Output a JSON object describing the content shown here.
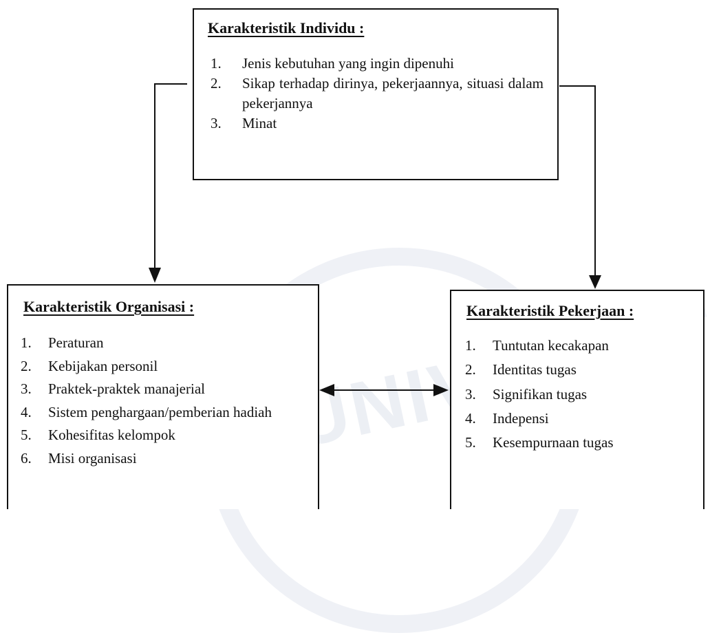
{
  "individu": {
    "title": "Karakteristik Individu :",
    "items": [
      {
        "num": "1.",
        "text": "Jenis kebutuhan yang ingin dipenuhi"
      },
      {
        "num": "2.",
        "text": "Sikap terhadap dirinya, pekerjaannya, situasi dalam pekerjannya"
      },
      {
        "num": "3.",
        "text": "Minat"
      }
    ]
  },
  "organisasi": {
    "title": "Karakteristik Organisasi :",
    "items": [
      {
        "num": "1.",
        "text": "Peraturan"
      },
      {
        "num": "2.",
        "text": "Kebijakan personil"
      },
      {
        "num": "3.",
        "text": "Praktek-praktek manajerial"
      },
      {
        "num": "4.",
        "text": "Sistem penghargaan/pemberian hadiah"
      },
      {
        "num": "5.",
        "text": "Kohesifitas kelompok"
      },
      {
        "num": "6.",
        "text": "Misi organisasi"
      }
    ]
  },
  "pekerjaan": {
    "title": "Karakteristik Pekerjaan :",
    "items": [
      {
        "num": "1.",
        "text": "Tuntutan kecakapan"
      },
      {
        "num": "2.",
        "text": "Identitas tugas"
      },
      {
        "num": "3.",
        "text": "Signifikan tugas"
      },
      {
        "num": "4.",
        "text": "Indepensi"
      },
      {
        "num": "5.",
        "text": "Kesempurnaan tugas"
      }
    ]
  },
  "watermark": {
    "text": "UNIVERSITAS",
    "color": "#dbe0ea"
  },
  "colors": {
    "line": "#111111",
    "background": "#ffffff"
  }
}
